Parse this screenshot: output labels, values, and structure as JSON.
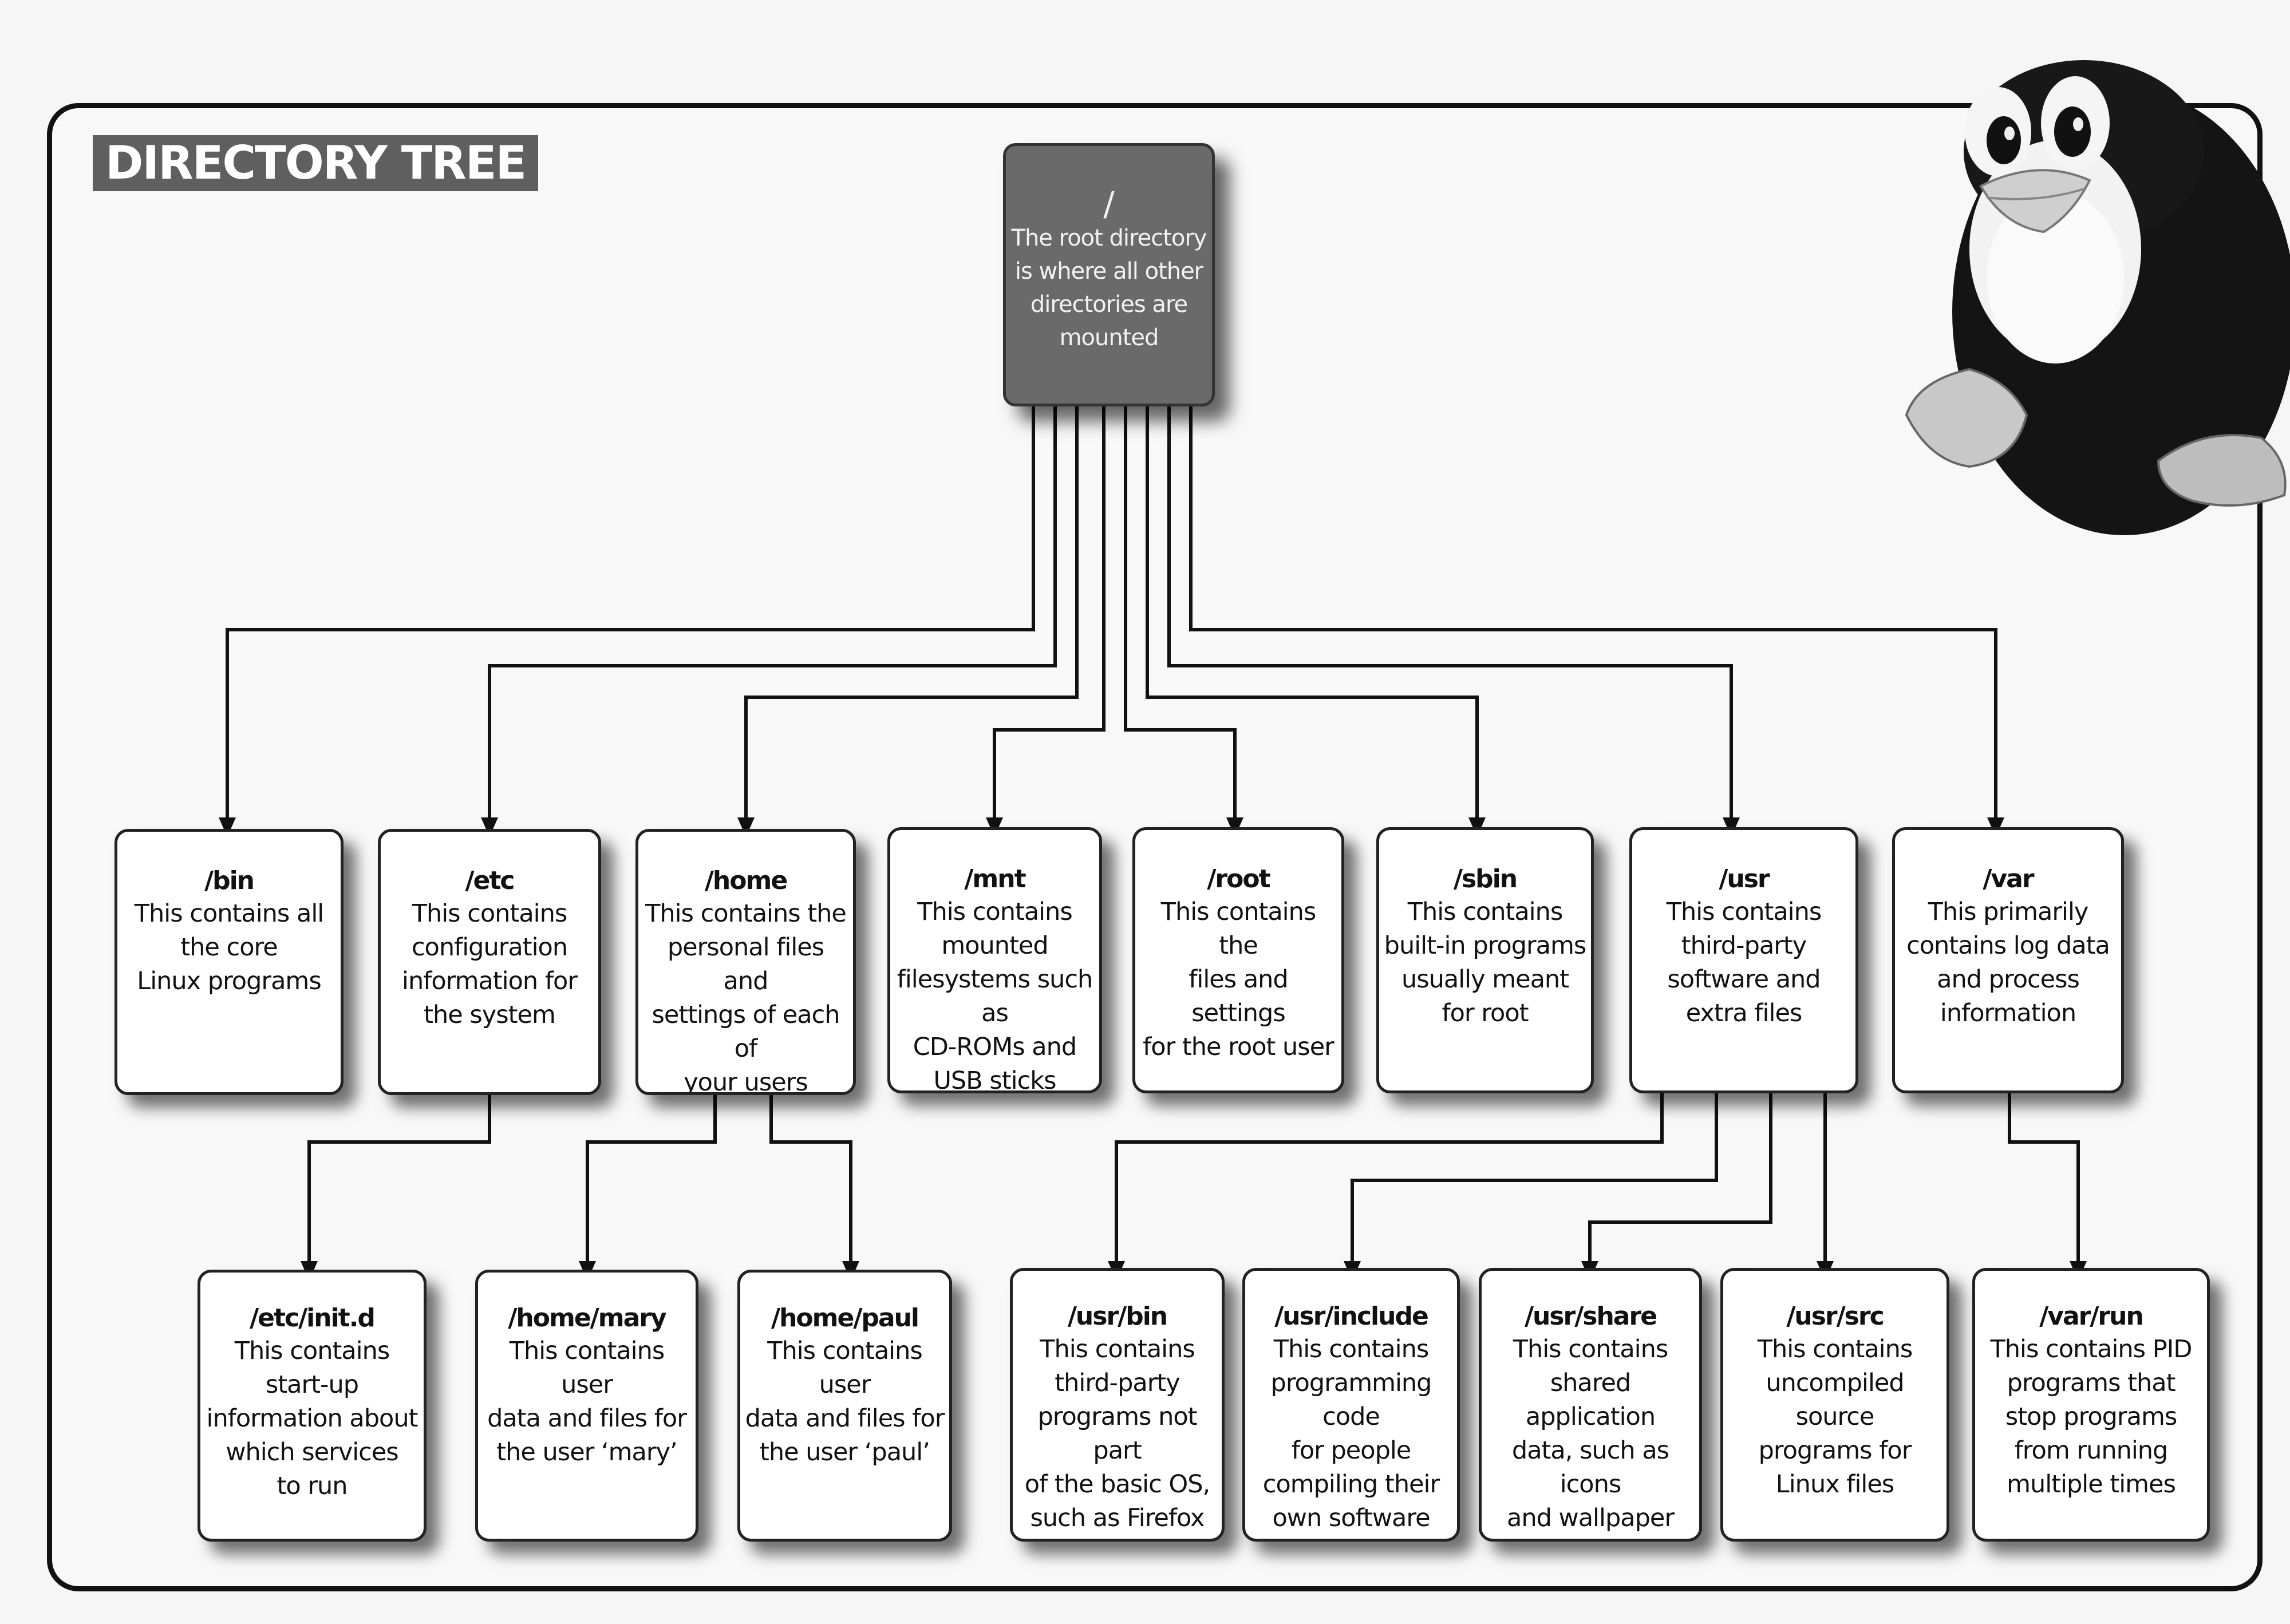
{
  "title": "DIRECTORY TREE",
  "root": {
    "name": "/",
    "desc": "The root directory\nis where all other\ndirectories are\nmounted"
  },
  "level1": [
    {
      "name": "/bin",
      "desc": "This contains all\nthe core\nLinux programs"
    },
    {
      "name": "/etc",
      "desc": "This contains\nconfiguration\ninformation for\nthe system"
    },
    {
      "name": "/home",
      "desc": "This contains the\npersonal files and\nsettings of each of\nyour users"
    },
    {
      "name": "/mnt",
      "desc": "This contains\nmounted\nfilesystems such as\nCD-ROMs and\nUSB sticks"
    },
    {
      "name": "/root",
      "desc": "This contains the\nfiles and settings\nfor the root user"
    },
    {
      "name": "/sbin",
      "desc": "This contains\nbuilt-in programs\nusually meant\nfor root"
    },
    {
      "name": "/usr",
      "desc": "This contains\nthird-party\nsoftware and\nextra files"
    },
    {
      "name": "/var",
      "desc": "This primarily\ncontains log data\nand process\ninformation"
    }
  ],
  "level2": [
    {
      "name": "/etc/init.d",
      "desc": "This contains\nstart-up\ninformation about\nwhich services\nto run"
    },
    {
      "name": "/home/mary",
      "desc": "This contains user\ndata and files for\nthe user ‘mary’"
    },
    {
      "name": "/home/paul",
      "desc": "This contains user\ndata and files for\nthe user ‘paul’"
    },
    {
      "name": "/usr/bin",
      "desc": "This contains\nthird-party\nprograms not part\nof the basic OS,\nsuch as Firefox"
    },
    {
      "name": "/usr/include",
      "desc": "This contains\nprogramming code\nfor people\ncompiling their\nown software"
    },
    {
      "name": "/usr/share",
      "desc": "This contains\nshared application\ndata, such as icons\nand wallpaper"
    },
    {
      "name": "/usr/src",
      "desc": "This contains\nuncompiled source\nprograms for\nLinux files"
    },
    {
      "name": "/var/run",
      "desc": "This contains PID\nprograms that\nstop programs\nfrom running\nmultiple times"
    }
  ],
  "mascot_icon": "tux-penguin-icon"
}
